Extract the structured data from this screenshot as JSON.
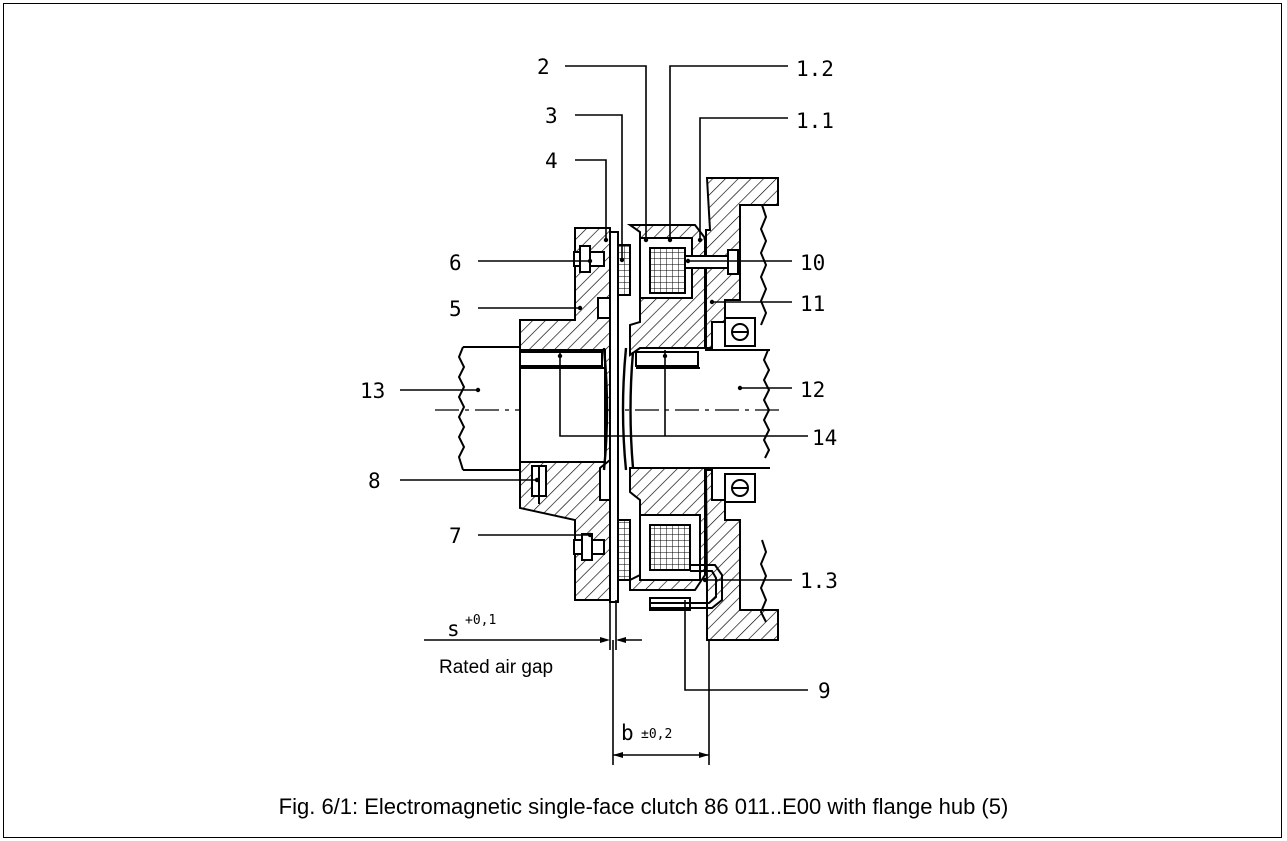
{
  "caption": "Fig. 6/1: Electromagnetic single-face clutch 86 011..E00 with flange hub (5)",
  "callouts": {
    "c2": "2",
    "c1_2": "1.2",
    "c3": "3",
    "c1_1": "1.1",
    "c4": "4",
    "c6": "6",
    "c10": "10",
    "c5": "5",
    "c11": "11",
    "c13": "13",
    "c12": "12",
    "c14": "14",
    "c8": "8",
    "c7": "7",
    "c1_3": "1.3",
    "c9": "9"
  },
  "dimensions": {
    "s_symbol": "s",
    "s_tolerance": "+0,1",
    "s_caption": "Rated air gap",
    "b_symbol": "b",
    "b_tolerance": "±0,2"
  }
}
